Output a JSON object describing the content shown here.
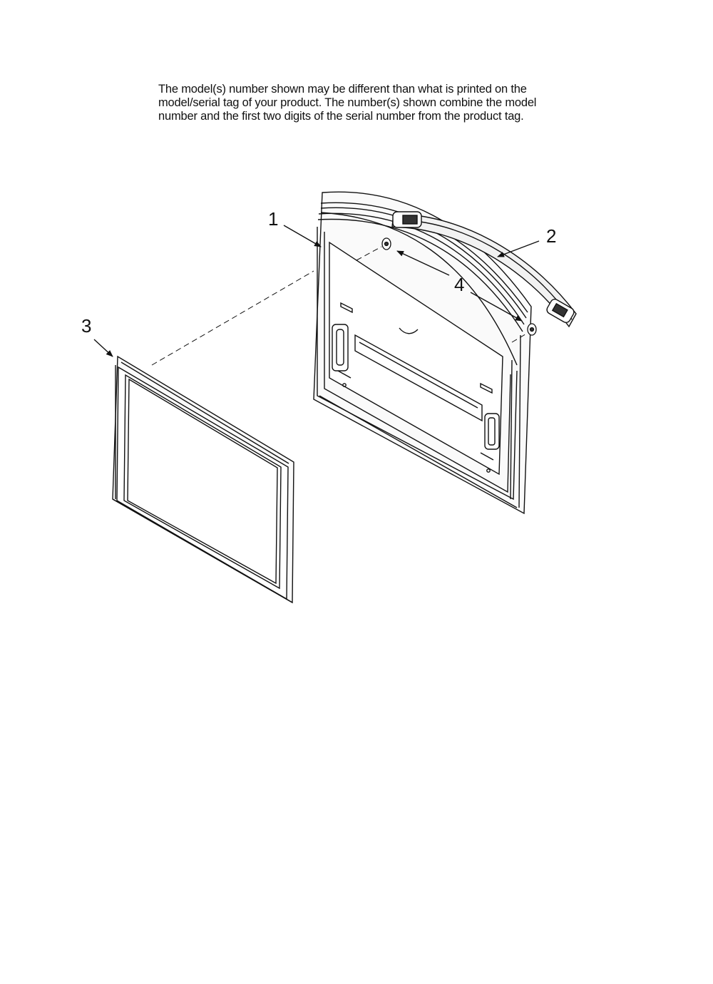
{
  "note": {
    "lines": [
      "The model(s) number shown may be different than what is printed on the",
      "model/serial tag of your product. The number(s) shown combine the model",
      "number and the first two digits of the serial number from the product tag."
    ]
  },
  "callouts": [
    {
      "id": "1",
      "label": "1"
    },
    {
      "id": "2",
      "label": "2"
    },
    {
      "id": "3",
      "label": "3"
    },
    {
      "id": "4",
      "label": "4"
    }
  ]
}
